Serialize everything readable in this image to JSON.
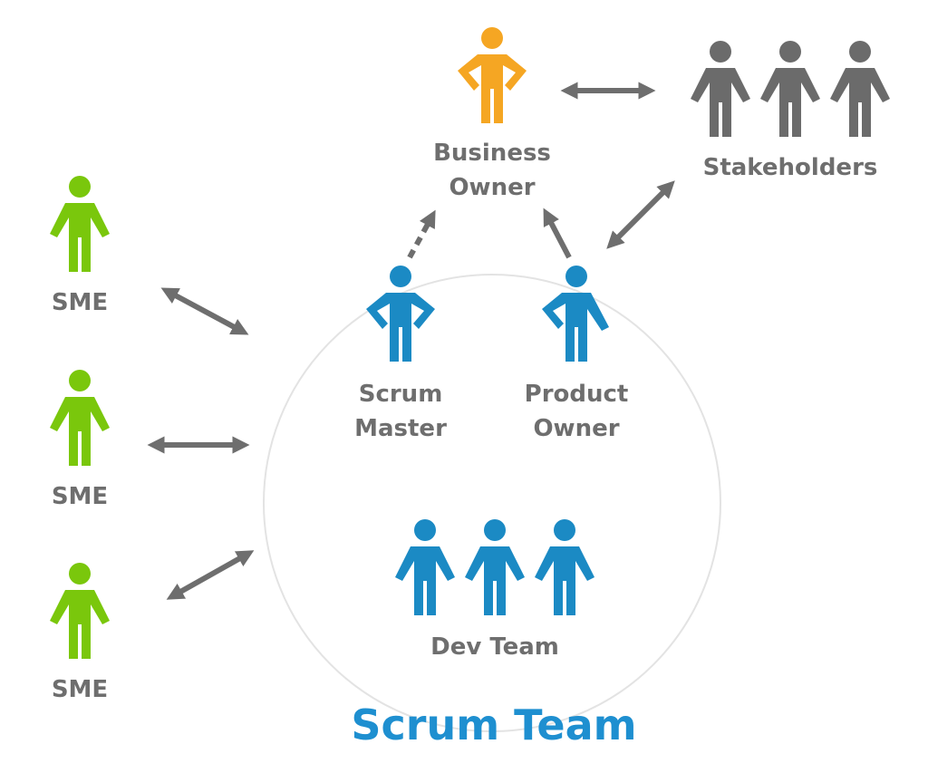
{
  "title": "Scrum Team",
  "colors": {
    "business_owner": "#f5a623",
    "stakeholders": "#6b6b6b",
    "sme": "#7ac70c",
    "scrum_team": "#1b8ac4",
    "label": "#6e6e6e",
    "title": "#1e8fd0",
    "circle": "#e3e3e3",
    "arrow": "#6e6e6e"
  },
  "roles": {
    "business_owner": {
      "line1": "Business",
      "line2": "Owner",
      "icon": "person-icon"
    },
    "stakeholders": {
      "label": "Stakeholders",
      "icon": "person-group-icon"
    },
    "scrum_master": {
      "line1": "Scrum",
      "line2": "Master",
      "icon": "person-icon"
    },
    "product_owner": {
      "line1": "Product",
      "line2": "Owner",
      "icon": "person-icon"
    },
    "dev_team": {
      "label": "Dev Team",
      "icon": "person-group-icon"
    },
    "smes": [
      {
        "label": "SME",
        "icon": "person-icon"
      },
      {
        "label": "SME",
        "icon": "person-icon"
      },
      {
        "label": "SME",
        "icon": "person-icon"
      }
    ]
  }
}
